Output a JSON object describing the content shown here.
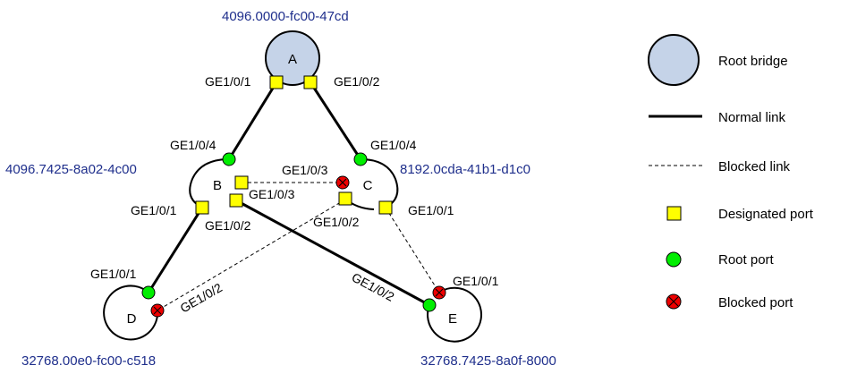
{
  "bridges": {
    "a": {
      "name": "A",
      "id": "4096.0000-fc00-47cd"
    },
    "b": {
      "name": "B",
      "id": "4096.7425-8a02-4c00"
    },
    "c": {
      "name": "C",
      "id": "8192.0cda-41b1-d1c0"
    },
    "d": {
      "name": "D",
      "id": "32768.00e0-fc00-c518"
    },
    "e": {
      "name": "E",
      "id": "32768.7425-8a0f-8000"
    }
  },
  "ports": {
    "a_p1": "GE1/0/1",
    "a_p2": "GE1/0/2",
    "b_p4": "GE1/0/4",
    "b_p3": "GE1/0/3",
    "b_p1": "GE1/0/1",
    "b_p2": "GE1/0/2",
    "c_p4": "GE1/0/4",
    "c_p3": "GE1/0/3",
    "c_p2": "GE1/0/2",
    "c_p1": "GE1/0/1",
    "d_p1": "GE1/0/1",
    "d_p2": "GE1/0/2",
    "e_p1": "GE1/0/1",
    "e_p2": "GE1/0/2"
  },
  "legend": {
    "root_bridge": "Root bridge",
    "normal_link": "Normal link",
    "blocked_link": "Blocked link",
    "designated_port": "Designated port",
    "root_port": "Root port",
    "blocked_port": "Blocked port"
  },
  "colors": {
    "root_bridge_fill": "#c5d3e8",
    "designated_port": "#ffff00",
    "root_port": "#00ee00",
    "blocked_port": "#ee0000",
    "bridge_id_text": "#1f2f8c"
  }
}
